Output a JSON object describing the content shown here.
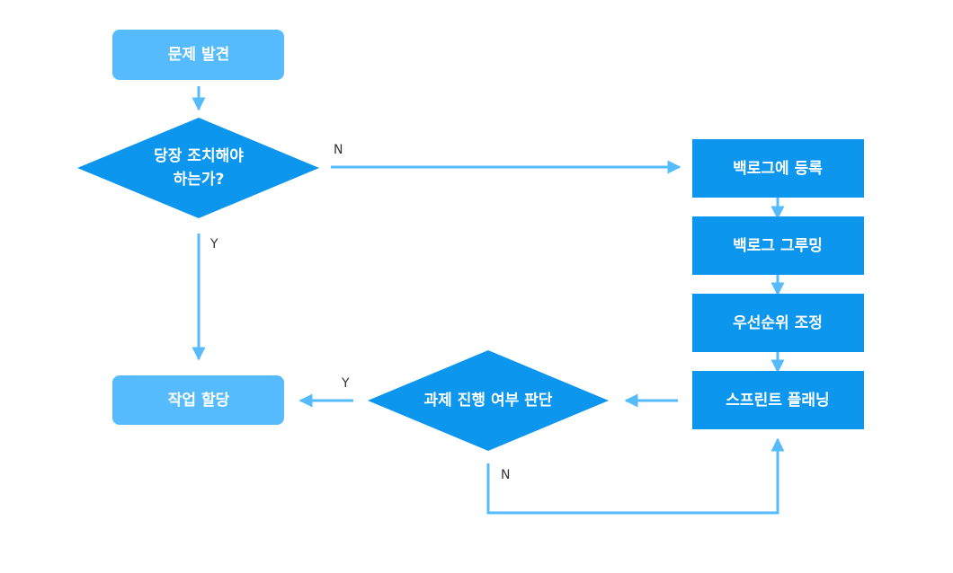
{
  "colors": {
    "rounded_box": "#56BBFC",
    "process_box": "#0C96EE",
    "diamond": "#0C96EE",
    "connector": "#56BBFC",
    "text": "#FFFFFF",
    "edge_label": "#333333"
  },
  "nodes": {
    "discover_problem": "문제 발견",
    "urgent_decision": [
      "당장 조치해야",
      "하는가?"
    ],
    "assign_task": "작업 할당",
    "register_backlog": "백로그에 등록",
    "group_backlog": "백로그 그루밍",
    "prioritize": "우선순위 조정",
    "sprint_planning": "스프린트 플래닝",
    "proceed_decision": "과제 진행 여부 판단"
  },
  "edges": {
    "urgent_no": "N",
    "urgent_yes": "Y",
    "proceed_yes": "Y",
    "proceed_no": "N"
  }
}
